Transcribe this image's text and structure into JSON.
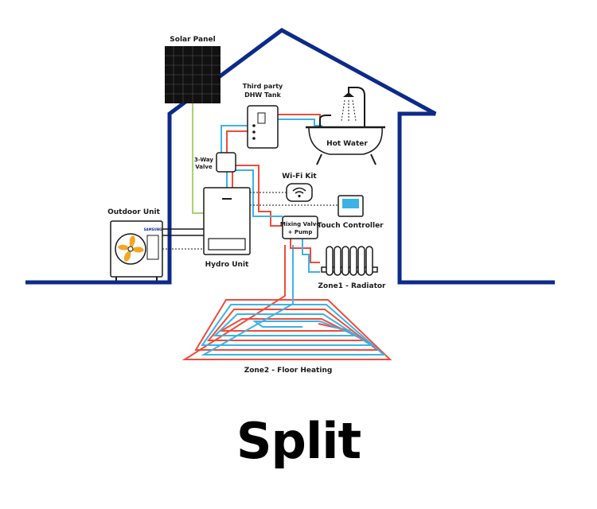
{
  "labels": {
    "solar_panel": "Solar Panel",
    "dhw_tank_line1": "Third party",
    "dhw_tank_line2": "DHW Tank",
    "hot_water": "Hot Water",
    "three_way_line1": "3-Way",
    "three_way_line2": "Valve",
    "wifi_kit": "Wi-Fi Kit",
    "touch_controller": "Touch Controller",
    "outdoor_unit": "Outdoor Unit",
    "mixing_valve_line1": "Mixing Valve",
    "mixing_valve_line2": "+ Pump",
    "hydro_unit": "Hydro Unit",
    "zone1": "Zone1 - Radiator",
    "zone2": "Zone2 - Floor Heating",
    "brand": "SAMSUNG"
  },
  "title": "Split",
  "colors": {
    "house_outline": "#0d2a8a",
    "hot_pipe": "#ef4c3c",
    "cold_pipe": "#3cb3e6",
    "solar_link": "#8cc63f",
    "fan": "#f5a623",
    "controller_screen": "#3cb3e6"
  }
}
